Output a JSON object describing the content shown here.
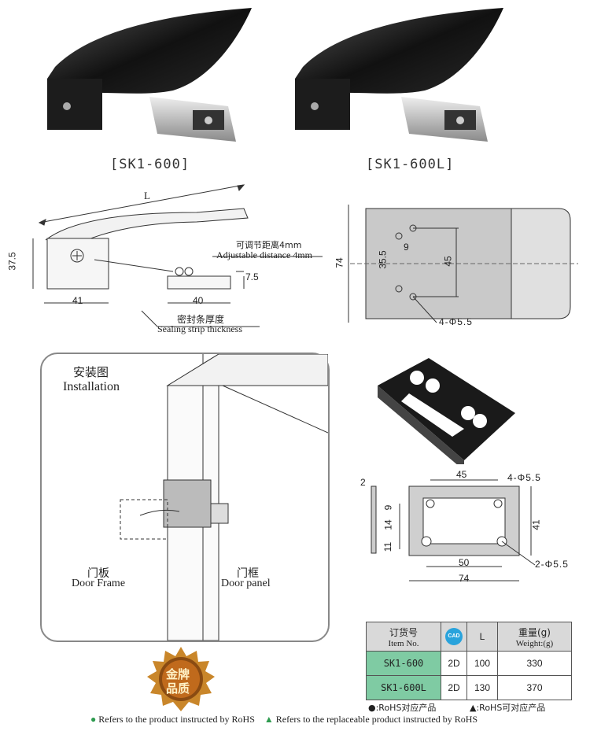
{
  "products": [
    {
      "label": "[SK1-600]"
    },
    {
      "label": "[SK1-600L]"
    }
  ],
  "side_view": {
    "L": "L",
    "h375": "37.5",
    "w41": "41",
    "w40": "40",
    "d75": "7.5",
    "adjust_cn": "可调节距离4mm",
    "adjust_en": "Adjustable distance 4mm",
    "seal_cn": "密封条厚度",
    "seal_en": "Sealing strip thickness"
  },
  "top_view": {
    "d74": "74",
    "d355": "35.5",
    "d9": "9",
    "d45": "45",
    "holes": "4-Φ5.5"
  },
  "installation": {
    "title_cn": "安装图",
    "title_en": "Installation",
    "left_cn": "门板",
    "left_en": "Door Frame",
    "right_cn": "门框",
    "right_en": "Door panel"
  },
  "plate_view": {
    "d2": "2",
    "d45": "45",
    "holes4": "4-Φ5.5",
    "d9": "9",
    "d14": "14",
    "d11": "11",
    "d41": "41",
    "d50": "50",
    "d74": "74",
    "holes2": "2-Φ5.5"
  },
  "table": {
    "headers": {
      "item_cn": "订货号",
      "item_en": "Item No.",
      "cad": "CAD",
      "L": "L",
      "weight_cn": "重量(g)",
      "weight_en": "Weight:(g)"
    },
    "rows": [
      {
        "item": "SK1-600",
        "cad": "2D",
        "L": "100",
        "weight": "330"
      },
      {
        "item": "SK1-600L",
        "cad": "2D",
        "L": "130",
        "weight": "370"
      }
    ]
  },
  "badge": {
    "text1": "金牌",
    "text2": "品质"
  },
  "legend": {
    "cn1": "●:RoHS对应产品",
    "cn2": "▲:RoHS可对应产品",
    "en1": "Refers to the product instructed by RoHS",
    "en2": "Refers to the replaceable product instructed by RoHS"
  },
  "colors": {
    "green": "#2e9b4f",
    "item_bg": "#7fcba3",
    "header_bg": "#d9d9d9"
  }
}
